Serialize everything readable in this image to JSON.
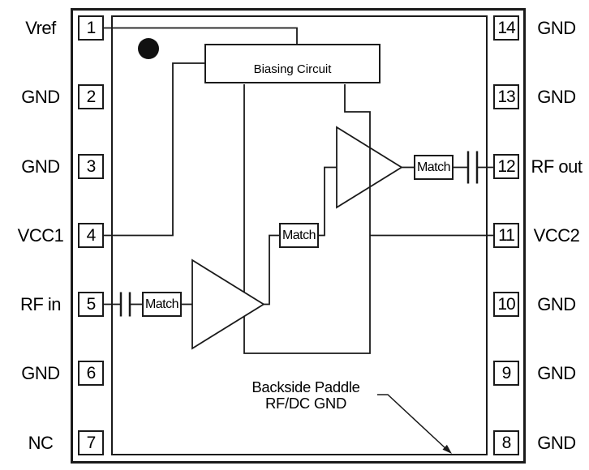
{
  "pins": {
    "left": [
      {
        "number": "1",
        "label": "Vref"
      },
      {
        "number": "2",
        "label": "GND"
      },
      {
        "number": "3",
        "label": "GND"
      },
      {
        "number": "4",
        "label": "VCC1"
      },
      {
        "number": "5",
        "label": "RF in"
      },
      {
        "number": "6",
        "label": "GND"
      },
      {
        "number": "7",
        "label": "NC"
      }
    ],
    "right": [
      {
        "number": "14",
        "label": "GND"
      },
      {
        "number": "13",
        "label": "GND"
      },
      {
        "number": "12",
        "label": "RF out"
      },
      {
        "number": "11",
        "label": "VCC2"
      },
      {
        "number": "10",
        "label": "GND"
      },
      {
        "number": "9",
        "label": "GND"
      },
      {
        "number": "8",
        "label": "GND"
      }
    ]
  },
  "blocks": {
    "biasing_label": "Biasing Circuit",
    "match_label": "Match"
  },
  "annotation": {
    "line1": "Backside Paddle",
    "line2": "RF/DC GND"
  },
  "colors": {
    "line": "#1a1a1a",
    "background": "#ffffff",
    "text": "#000000"
  }
}
